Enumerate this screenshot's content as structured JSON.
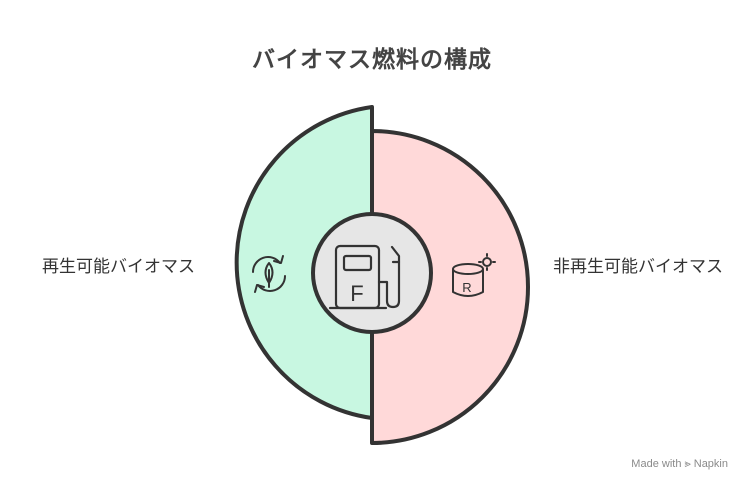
{
  "title": "バイオマス燃料の構成",
  "segments": [
    {
      "label": "再生可能バイオマス",
      "color": "#c8f7e1",
      "icon": "leaf-recycle-icon"
    },
    {
      "label": "非再生可能バイオマス",
      "color": "#ffd9d9",
      "icon": "database-cog-icon"
    }
  ],
  "center": {
    "icon": "fuel-pump-icon",
    "letter": "F"
  },
  "badge_letter": "R",
  "watermark": "Made with ⪢ Napkin"
}
